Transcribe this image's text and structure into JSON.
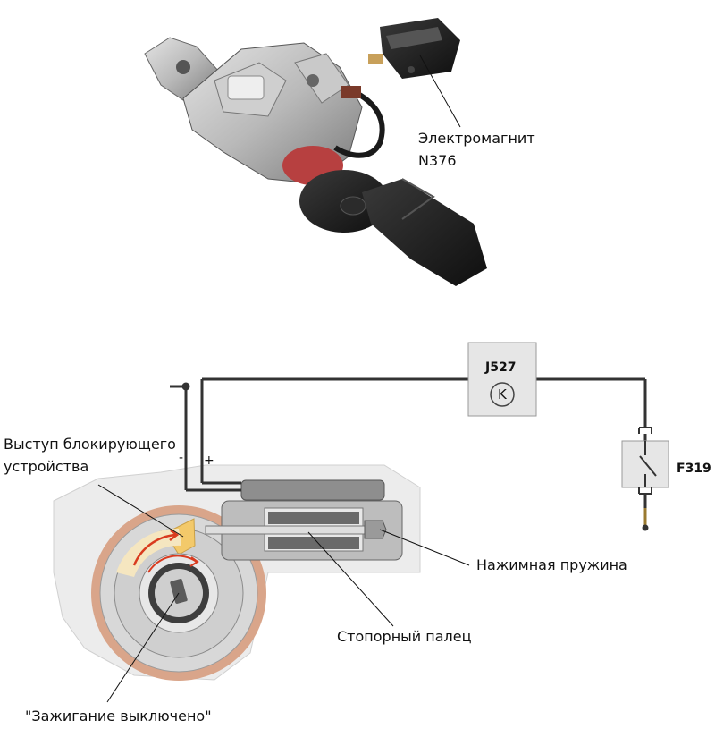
{
  "photo": {
    "callout_line1": "Электромагнит",
    "callout_line2": "N376"
  },
  "schematic": {
    "control_unit_code": "J527",
    "control_unit_symbol": "K",
    "switch_code": "F319",
    "polarity_minus": "-",
    "polarity_plus": "+"
  },
  "labels": {
    "lock_lug_line1": "Выступ блокирующего",
    "lock_lug_line2": "устройства",
    "pressure_spring": "Нажимная пружина",
    "locking_pin": "Стопорный палец",
    "ignition_off": "\"Зажигание выключено\""
  },
  "colors": {
    "wire": "#333333",
    "box_fill": "#e6e6e6",
    "ring": "#d9a58a",
    "lug": "#f3c96a",
    "arrow": "#d93b1f",
    "housing": "#bdbdbd"
  }
}
